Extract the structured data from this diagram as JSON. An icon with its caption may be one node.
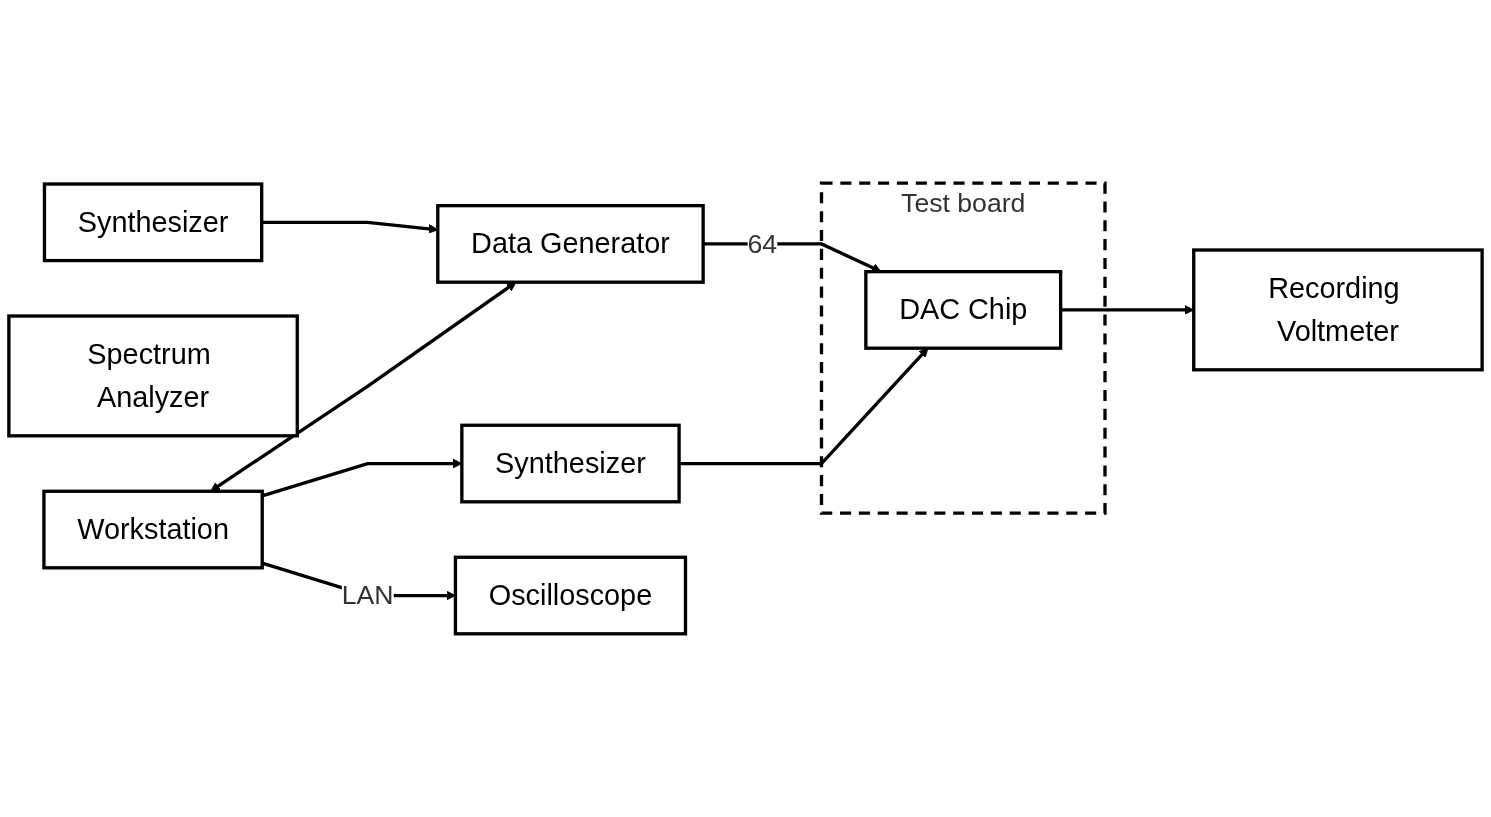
{
  "diagram": {
    "nodes": [
      {
        "text": [
          "Data Generator"
        ]
      },
      {
        "text": [
          "Test board"
        ]
      },
      {
        "text": [
          "DAC Chip"
        ],
        "in": 1
      },
      {
        "text": [
          "Synthesizer"
        ]
      },
      {
        "text": [
          "Synthesizer"
        ]
      },
      {
        "text": [
          "Spectrum Analyzer"
        ]
      },
      {
        "text": [
          "Recording Voltmeter"
        ]
      },
      {
        "text": [
          "Oscilloscope"
        ]
      },
      {
        "text": [
          "Workstation"
        ]
      }
    ],
    "edges": [
      {
        "from": 0,
        "to": 2,
        "arrow": "to",
        "label": "64"
      },
      {
        "from": 3,
        "to": 0,
        "arrow": "to"
      },
      {
        "from": 4,
        "to": 2,
        "arrow": "to"
      },
      {
        "from": 2,
        "to": 6,
        "arrow": "to"
      },
      {
        "from": 8,
        "to": 0,
        "arrow": "both"
      },
      {
        "from": 8,
        "to": 4,
        "arrow": "to"
      },
      {
        "from": 8,
        "to": 7,
        "arrow": "to",
        "label": "LAN"
      }
    ]
  }
}
